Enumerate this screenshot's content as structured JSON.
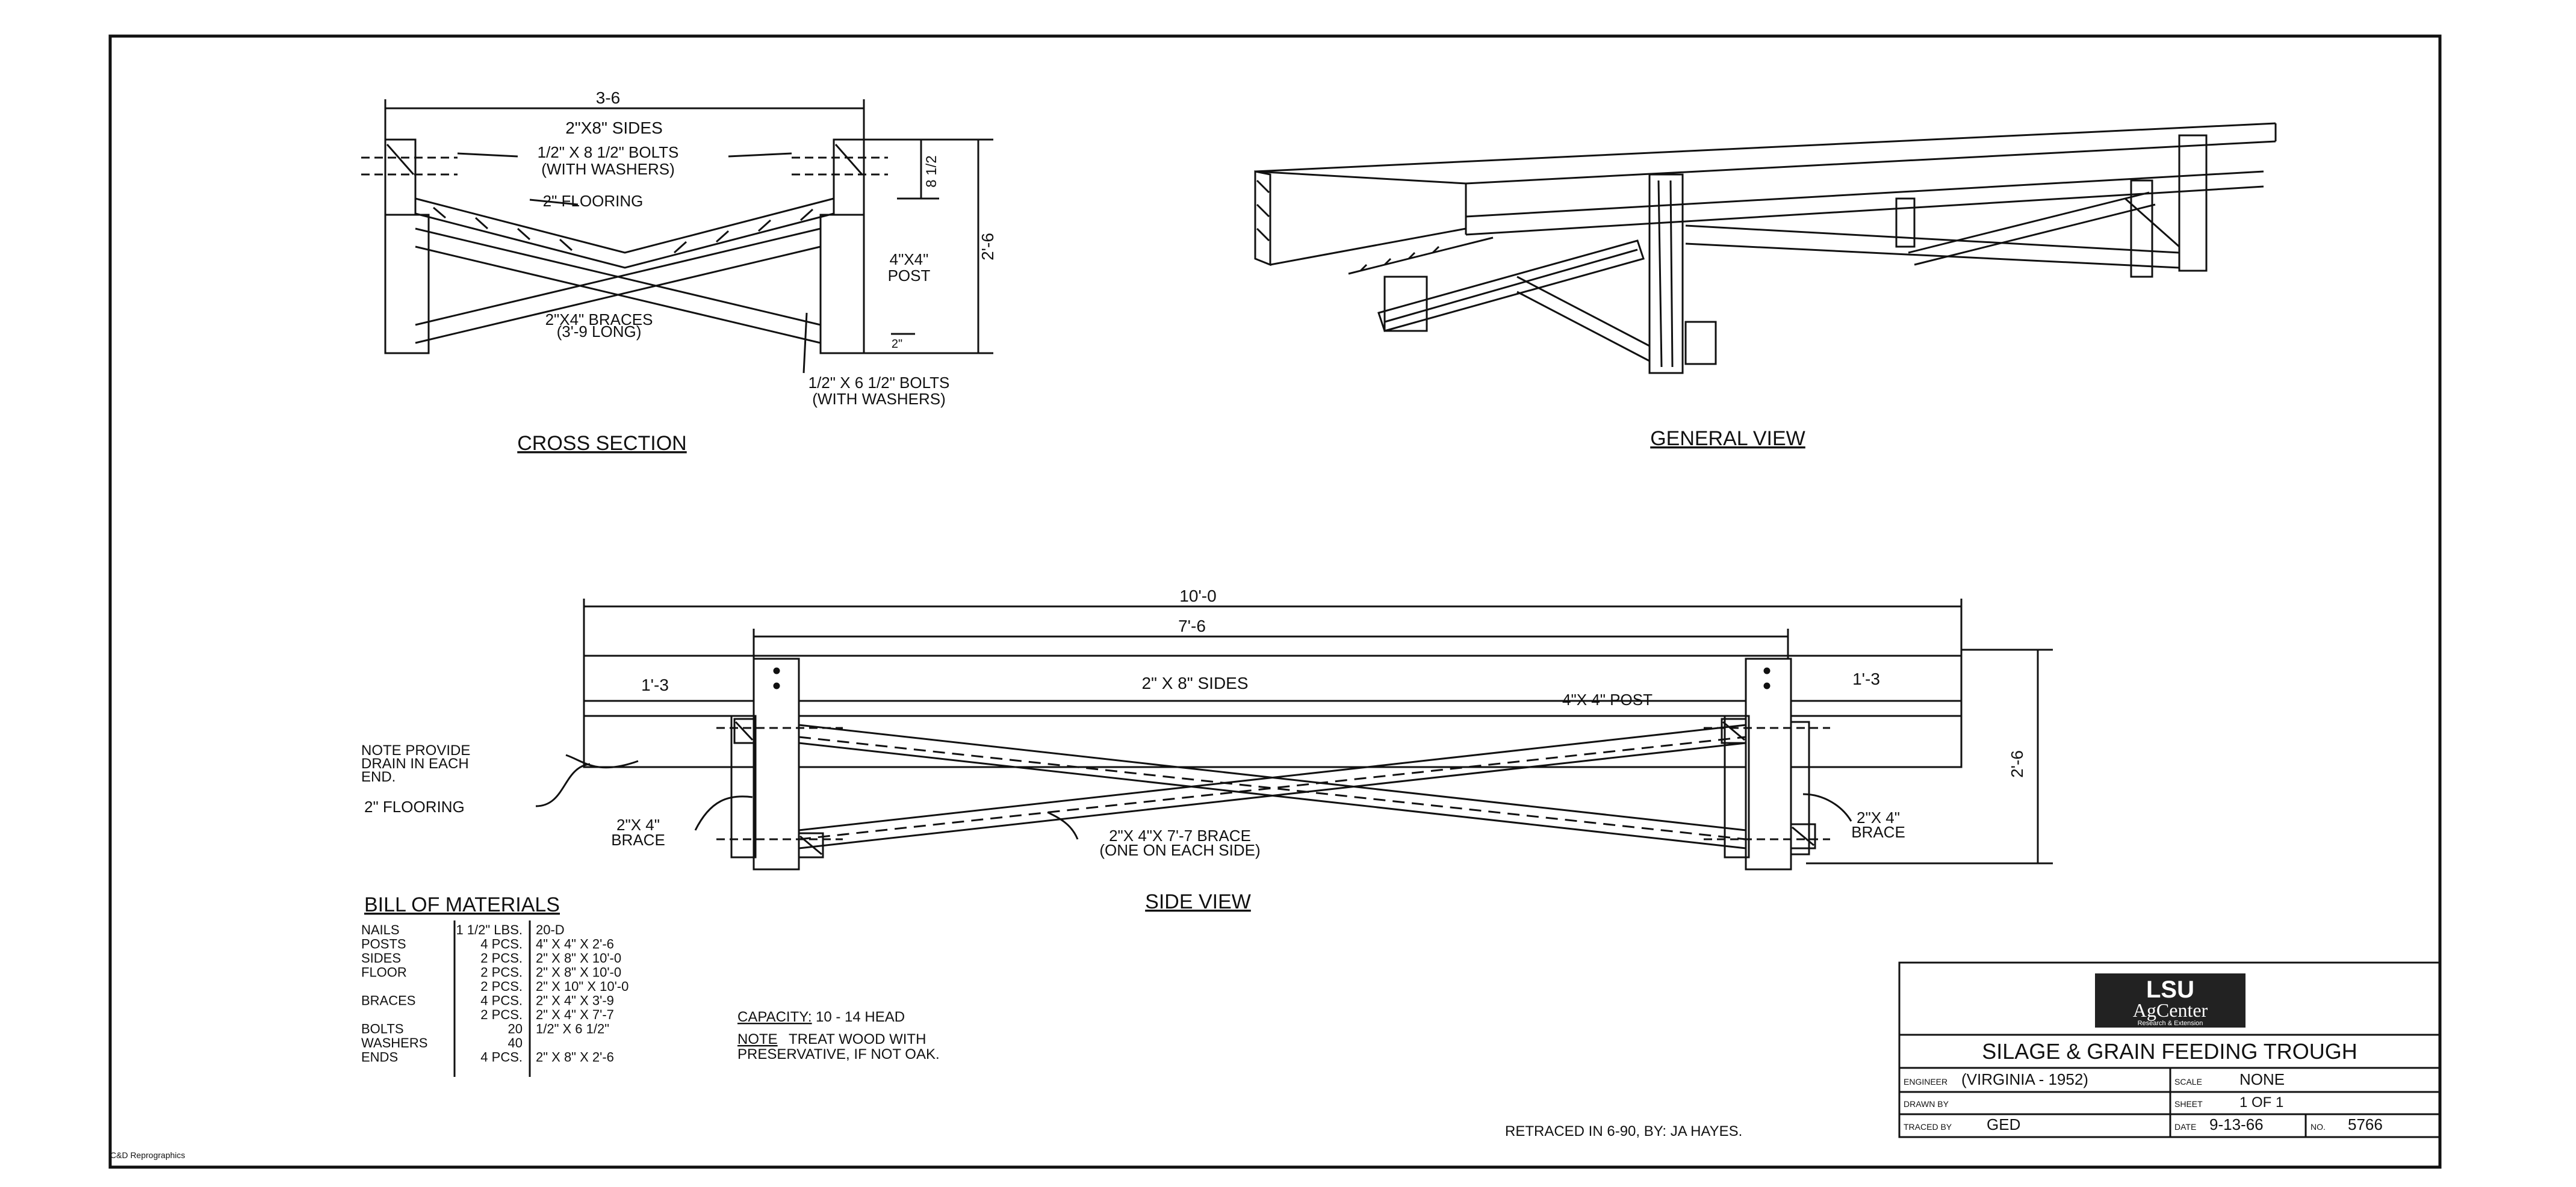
{
  "drawing": {
    "cross_section": {
      "title": "CROSS SECTION",
      "width_dim": "3-6",
      "height_dim": "2'-6",
      "sides": "2\"X8\" SIDES",
      "bolts_top_1": "1/2\" X 8 1/2\" BOLTS",
      "bolts_top_2": "(WITH WASHERS)",
      "flooring": "2\" FLOORING",
      "dim_812": "8 1/2",
      "post_1": "4\"X4\"",
      "post_2": "POST",
      "braces_1": "2\"X4\" BRACES",
      "braces_2": "(3'-9 LONG)",
      "bolts_bottom_1": "1/2\" X 6 1/2\" BOLTS",
      "bolts_bottom_2": "(WITH WASHERS)",
      "dim_2": "2\""
    },
    "general_view": {
      "title": "GENERAL VIEW"
    },
    "side_view": {
      "title": "SIDE VIEW",
      "overall_length": "10'-0",
      "post_spacing": "7'-6",
      "overhang_left": "1'-3",
      "overhang_right": "1'-3",
      "sides": "2\" X 8\" SIDES",
      "post": "4\"X 4\" POST",
      "height": "2'-6",
      "note_1": "NOTE PROVIDE",
      "note_2": "DRAIN IN EACH",
      "note_3": "END.",
      "flooring": "2\" FLOORING",
      "brace_left_1": "2\"X 4\"",
      "brace_left_2": "BRACE",
      "brace_center_1": "2\"X 4\"X 7'-7 BRACE",
      "brace_center_2": "(ONE ON EACH SIDE)",
      "brace_right_1": "2\"X 4\"",
      "brace_right_2": "BRACE"
    },
    "bill_of_materials": {
      "title": "BILL OF MATERIALS",
      "rows": [
        {
          "item": "NAILS",
          "qty": "1 1/2\" LBS.",
          "size": "20-D"
        },
        {
          "item": "POSTS",
          "qty": "4 PCS.",
          "size": "4\" X 4\" X 2'-6"
        },
        {
          "item": "SIDES",
          "qty": "2 PCS.",
          "size": "2\" X 8\" X 10'-0"
        },
        {
          "item": "FLOOR",
          "qty": "2 PCS.",
          "size": "2\" X 8\" X 10'-0"
        },
        {
          "item": "",
          "qty": "2 PCS.",
          "size": "2\" X 10\" X 10'-0"
        },
        {
          "item": "BRACES",
          "qty": "4 PCS.",
          "size": "2\" X 4\" X 3'-9"
        },
        {
          "item": "",
          "qty": "2 PCS.",
          "size": "2\" X 4\" X 7'-7"
        },
        {
          "item": "BOLTS",
          "qty": "20",
          "size": "1/2\" X 6 1/2\""
        },
        {
          "item": "WASHERS",
          "qty": "40",
          "size": ""
        },
        {
          "item": "ENDS",
          "qty": "4 PCS.",
          "size": "2\" X 8\" X 2'-6"
        }
      ]
    },
    "notes": {
      "capacity_label": "CAPACITY:",
      "capacity_value": "10 - 14 HEAD",
      "note_label": "NOTE",
      "note_text_1": "TREAT WOOD WITH",
      "note_text_2": "PRESERVATIVE, IF NOT OAK."
    },
    "retraced": "RETRACED IN 6-90, BY: JA HAYES.",
    "corner_credit": "C&D Reprographics"
  },
  "title_block": {
    "logo_line1": "LSU",
    "logo_line2": "AgCenter",
    "logo_line3": "Research & Extension",
    "title": "SILAGE & GRAIN FEEDING TROUGH",
    "engineer_label": "ENGINEER",
    "engineer_value": "(VIRGINIA - 1952)",
    "scale_label": "SCALE",
    "scale_value": "NONE",
    "drawn_by_label": "DRAWN BY",
    "sheet_label": "SHEET",
    "sheet_value": "1 OF 1",
    "traced_by_label": "TRACED BY",
    "traced_by_value": "GED",
    "date_label": "DATE",
    "date_value": "9-13-66",
    "no_label": "NO.",
    "no_value": "5766"
  },
  "colors": {
    "ink": "#111111",
    "paper": "#ffffff",
    "logo_bg": "#222222"
  }
}
